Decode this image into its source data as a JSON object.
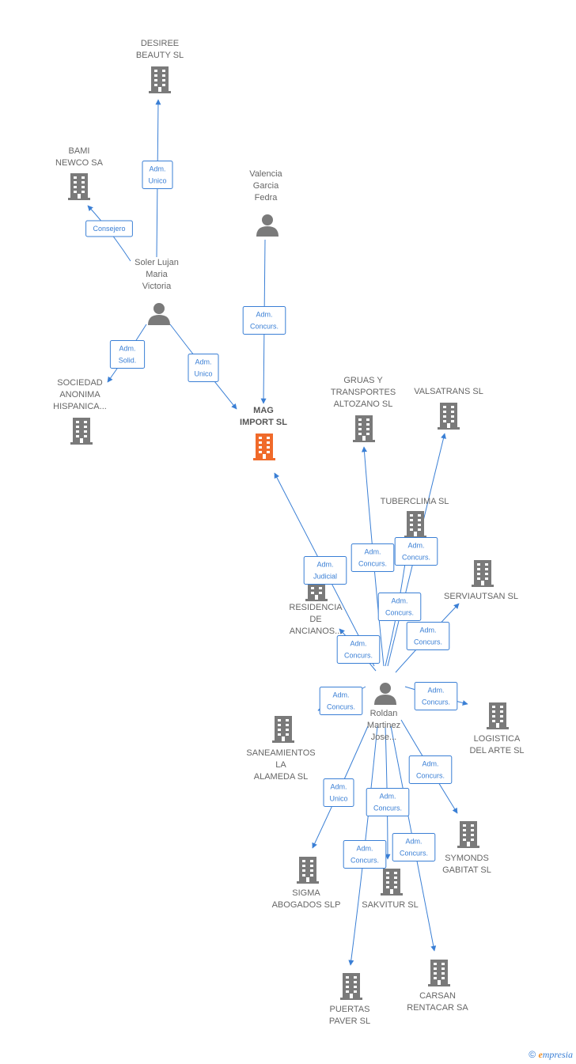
{
  "colors": {
    "edge": "#3a7fd5",
    "node": "#7a7a7a",
    "focus": "#f06a2a",
    "label": "#666666"
  },
  "nodes": [
    {
      "id": "desiree",
      "type": "company",
      "lines": [
        "DESIREE",
        "BEAUTY  SL"
      ]
    },
    {
      "id": "bami",
      "type": "company",
      "lines": [
        "BAMI",
        "NEWCO SA"
      ]
    },
    {
      "id": "valencia",
      "type": "person",
      "lines": [
        "Valencia",
        "Garcia",
        "Fedra"
      ]
    },
    {
      "id": "soler",
      "type": "person",
      "lines": [
        "Soler Lujan",
        "Maria",
        "Victoria"
      ]
    },
    {
      "id": "sociedad",
      "type": "company",
      "lines": [
        "SOCIEDAD",
        "ANONIMA",
        "HISPANICA..."
      ]
    },
    {
      "id": "mag",
      "type": "focus",
      "lines": [
        "MAG",
        "IMPORT SL"
      ]
    },
    {
      "id": "gruas",
      "type": "company",
      "lines": [
        "GRUAS Y",
        "TRANSPORTES",
        "ALTOZANO SL"
      ]
    },
    {
      "id": "valsatrans",
      "type": "company",
      "lines": [
        "VALSATRANS SL"
      ]
    },
    {
      "id": "tuberclima",
      "type": "company",
      "lines": [
        "TUBERCLIMA SL"
      ]
    },
    {
      "id": "residencia",
      "type": "company",
      "lines": [
        "RESIDENCIA",
        "DE",
        "ANCIANOS..."
      ]
    },
    {
      "id": "serviautsan",
      "type": "company",
      "lines": [
        "SERVIAUTSAN SL"
      ]
    },
    {
      "id": "roldan",
      "type": "person",
      "lines": [
        "Roldan",
        "Martinez",
        "Jose..."
      ]
    },
    {
      "id": "logistica",
      "type": "company",
      "lines": [
        "LOGISTICA",
        "DEL ARTE SL"
      ]
    },
    {
      "id": "saneamientos",
      "type": "company",
      "lines": [
        "SANEAMIENTOS",
        "LA",
        "ALAMEDA SL"
      ]
    },
    {
      "id": "symonds",
      "type": "company",
      "lines": [
        "SYMONDS",
        "GABITAT SL"
      ]
    },
    {
      "id": "sigma",
      "type": "company",
      "lines": [
        "SIGMA",
        "ABOGADOS  SLP"
      ]
    },
    {
      "id": "sakvitur",
      "type": "company",
      "lines": [
        "SAKVITUR SL"
      ]
    },
    {
      "id": "carsan",
      "type": "company",
      "lines": [
        "CARSAN",
        "RENTACAR SA"
      ]
    },
    {
      "id": "puertas",
      "type": "company",
      "lines": [
        "PUERTAS",
        "PAVER SL"
      ]
    }
  ],
  "edges": [
    {
      "from": "soler",
      "to": "desiree",
      "label": [
        "Adm.",
        "Unico"
      ]
    },
    {
      "from": "soler",
      "to": "bami",
      "label": [
        "Consejero"
      ]
    },
    {
      "from": "soler",
      "to": "sociedad",
      "label": [
        "Adm.",
        "Solid."
      ]
    },
    {
      "from": "soler",
      "to": "mag",
      "label": [
        "Adm.",
        "Unico"
      ]
    },
    {
      "from": "valencia",
      "to": "mag",
      "label": [
        "Adm.",
        "Concurs."
      ]
    },
    {
      "from": "roldan",
      "to": "mag",
      "label": [
        "Adm.",
        "Judicial"
      ]
    },
    {
      "from": "roldan",
      "to": "gruas",
      "label": [
        "Adm.",
        "Concurs."
      ]
    },
    {
      "from": "roldan",
      "to": "valsatrans",
      "label": [
        "Adm.",
        "Concurs."
      ]
    },
    {
      "from": "roldan",
      "to": "tuberclima",
      "label": [
        "Adm.",
        "Concurs."
      ]
    },
    {
      "from": "roldan",
      "to": "residencia",
      "label": [
        "Adm.",
        "Concurs."
      ]
    },
    {
      "from": "roldan",
      "to": "serviautsan",
      "label": [
        "Adm.",
        "Concurs."
      ]
    },
    {
      "from": "roldan",
      "to": "logistica",
      "label": [
        "Adm.",
        "Concurs."
      ]
    },
    {
      "from": "roldan",
      "to": "saneamientos",
      "label": [
        "Adm.",
        "Concurs."
      ]
    },
    {
      "from": "roldan",
      "to": "symonds",
      "label": [
        "Adm.",
        "Concurs."
      ]
    },
    {
      "from": "roldan",
      "to": "sigma",
      "label": [
        "Adm.",
        "Unico"
      ]
    },
    {
      "from": "roldan",
      "to": "sakvitur",
      "label": [
        "Adm.",
        "Concurs."
      ]
    },
    {
      "from": "roldan",
      "to": "carsan",
      "label": [
        "Adm.",
        "Concurs."
      ]
    },
    {
      "from": "roldan",
      "to": "puertas",
      "label": [
        "Adm.",
        "Concurs."
      ]
    }
  ],
  "footer": {
    "copyright": "©",
    "brand_e": "e",
    "brand_rest": "mpresia"
  }
}
